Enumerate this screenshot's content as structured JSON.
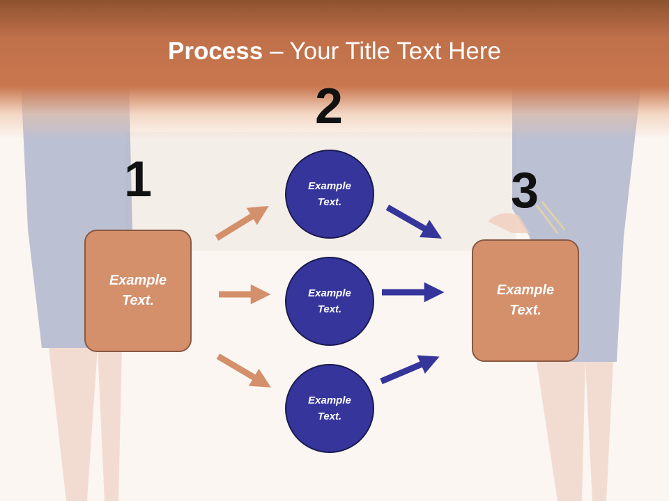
{
  "title": {
    "bold": "Process",
    "rest": " – Your Title Text Here"
  },
  "steps": [
    {
      "number": "1",
      "text": "Example\nText."
    },
    {
      "number": "2"
    },
    {
      "number": "3",
      "text": "Example\nText."
    }
  ],
  "circles": [
    {
      "text": "Example\nText."
    },
    {
      "text": "Example\nText."
    },
    {
      "text": "Example\nText."
    }
  ],
  "colors": {
    "header": "#c9774f",
    "box": "#d48f6b",
    "circle": "#35359c",
    "arrow_in": "#d48f6b",
    "arrow_out": "#35359c"
  }
}
